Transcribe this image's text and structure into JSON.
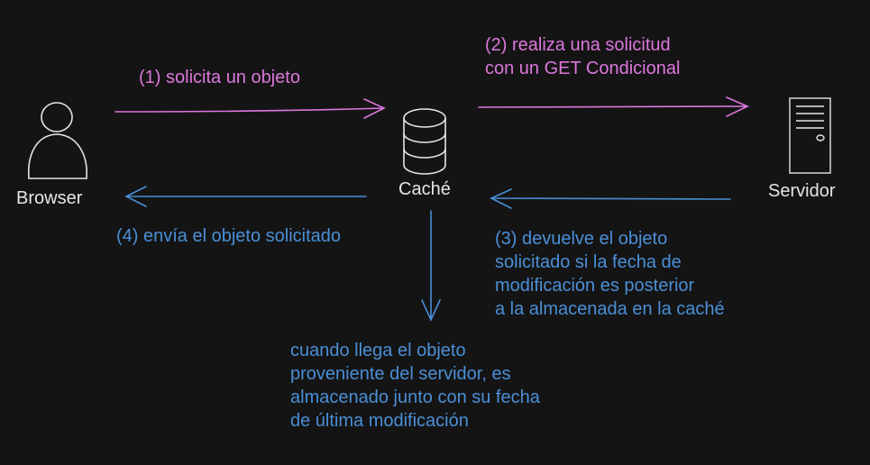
{
  "nodes": {
    "browser": "Browser",
    "cache": "Caché",
    "server": "Servidor"
  },
  "steps": {
    "s1": "(1) solicita un objeto",
    "s2": [
      "(2) realiza una solicitud",
      "con un GET Condicional"
    ],
    "s3": [
      "(3) devuelve el objeto",
      "solicitado si la fecha de",
      "modificación es posterior",
      "a la almacenada en la caché"
    ],
    "s4": "(4) envía el objeto solicitado",
    "note": [
      "cuando llega el objeto",
      "proveniente del servidor, es",
      "almacenado junto con su fecha",
      "de última modificación"
    ]
  },
  "colors": {
    "background": "#141414",
    "request": "#dd77dd",
    "response": "#4a8fd6",
    "node_stroke": "#e6e6e6"
  }
}
